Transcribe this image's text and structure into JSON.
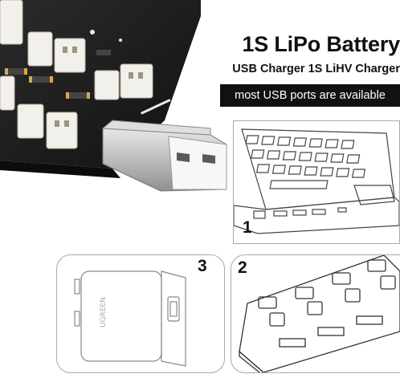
{
  "title": "1S LiPo Battery",
  "subtitle": "USB Charger 1S LiHV Charger",
  "banner": "most USB ports are available",
  "labels": {
    "laptop": "1",
    "usb_hub": "2",
    "wall_adapter": "3"
  },
  "colors": {
    "board": "#1e1e1e",
    "connector": "#f2f0ea",
    "usb_metal": "#c9c9c9",
    "banner_bg": "#111111",
    "banner_text": "#ffffff"
  }
}
